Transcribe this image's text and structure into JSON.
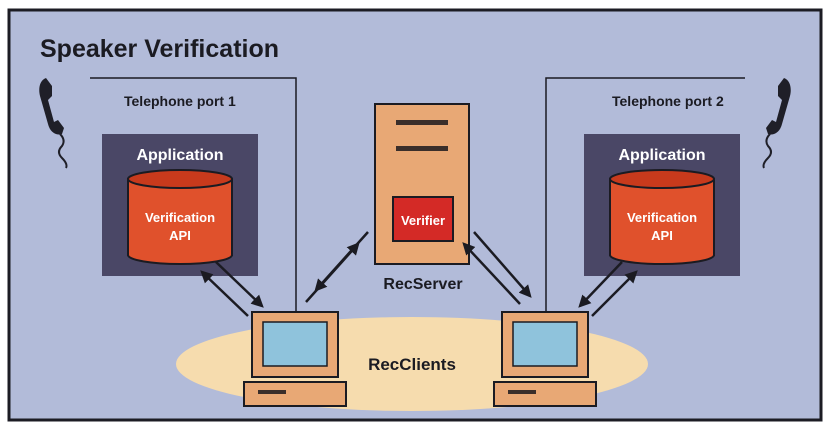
{
  "title": "Speaker Verification",
  "telephone_ports": {
    "left": "Telephone port 1",
    "right": "Telephone port 2"
  },
  "applications": {
    "left": {
      "heading": "Application",
      "api_line1": "Verification",
      "api_line2": "API"
    },
    "right": {
      "heading": "Application",
      "api_line1": "Verification",
      "api_line2": "API"
    }
  },
  "server": {
    "label": "RecServer",
    "verifier_label": "Verifier"
  },
  "clients": {
    "label": "RecClients"
  },
  "colors": {
    "background": "#b2bbd9",
    "frame": "#1c1c24",
    "app_box": "#4a4766",
    "cylinder": "#e0512c",
    "cylinder_top": "#c83a1c",
    "server_body": "#e8a875",
    "verifier_box": "#d42a26",
    "ellipse": "#f6dcae",
    "screen": "#8fc3dc",
    "text_dark": "#1b1b22",
    "text_light": "#ffffff"
  },
  "icons": [
    "telephone-handset-icon",
    "database-cylinder-icon",
    "server-tower-icon",
    "computer-terminal-icon",
    "double-arrow-icon"
  ]
}
